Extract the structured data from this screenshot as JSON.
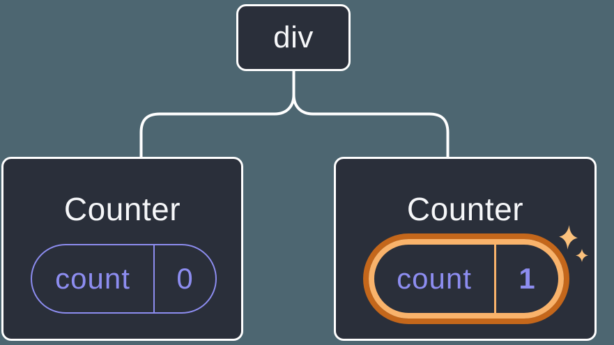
{
  "colors": {
    "background": "#4d6671",
    "node_fill": "#2a2f3a",
    "node_border": "#ffffff",
    "connector": "#ffffff",
    "title_text": "#f6f7f9",
    "state_purple": "#8d8df0",
    "highlight_orange": "#c4671b",
    "highlight_orange_light": "#f9b36b",
    "sparkle": "#fbc17c"
  },
  "tree": {
    "root": {
      "label": "div"
    },
    "children": [
      {
        "title": "Counter",
        "state": {
          "key": "count",
          "value": "0"
        },
        "highlighted": false
      },
      {
        "title": "Counter",
        "state": {
          "key": "count",
          "value": "1"
        },
        "highlighted": true,
        "icons": [
          "sparkle-large-icon",
          "sparkle-small-icon"
        ]
      }
    ]
  }
}
